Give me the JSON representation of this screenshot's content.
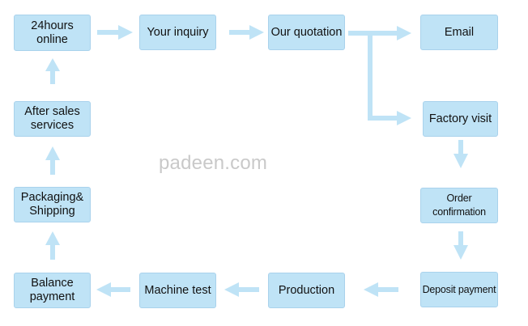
{
  "steps": {
    "hours_online": "24hours\nonline",
    "your_inquiry": "Your inquiry",
    "our_quotation": "Our quotation",
    "email": "Email",
    "factory_visit": "Factory visit",
    "order_confirmation": "Order confirmation",
    "deposit_payment": "Deposit payment",
    "production": "Production",
    "machine_test": "Machine test",
    "balance_payment": "Balance\npayment",
    "packaging_shipping": "Packaging&\nShipping",
    "after_sales": "After sales\nservices"
  },
  "watermark": "padeen.com",
  "colors": {
    "box_fill": "#bfe3f6",
    "arrow": "#bfe3f6",
    "watermark": "#c9c9c9"
  }
}
